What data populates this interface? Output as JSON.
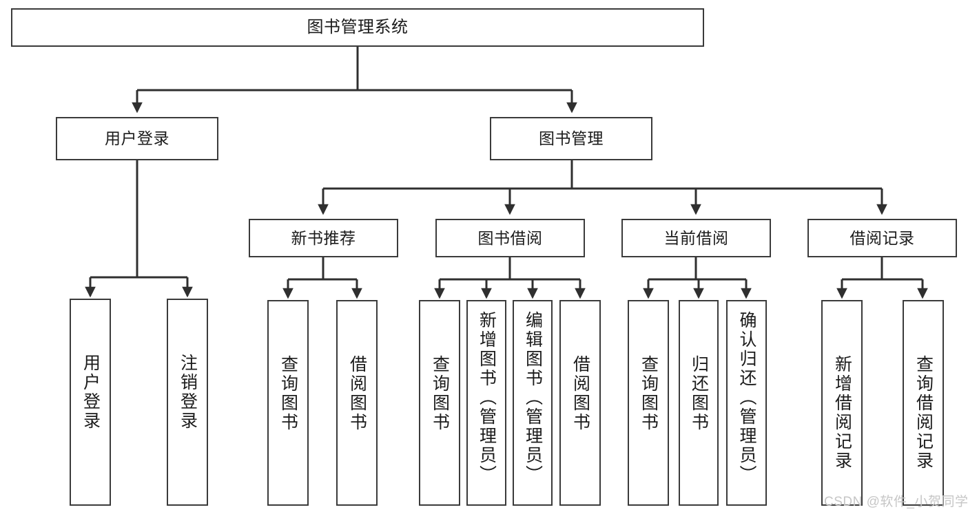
{
  "diagram": {
    "title": "图书管理系统",
    "type": "hierarchy-tree",
    "root": {
      "label": "图书管理系统"
    },
    "level2": [
      {
        "label": "用户登录"
      },
      {
        "label": "图书管理"
      }
    ],
    "level3": [
      {
        "label": "新书推荐"
      },
      {
        "label": "图书借阅"
      },
      {
        "label": "当前借阅"
      },
      {
        "label": "借阅记录"
      }
    ],
    "leaves": {
      "user_login": [
        {
          "label": "用户登录"
        },
        {
          "label": "注销登录"
        }
      ],
      "new_book_recommend": [
        {
          "label": "查询图书"
        },
        {
          "label": "借阅图书"
        }
      ],
      "book_borrow": [
        {
          "label": "查询图书"
        },
        {
          "label": "新增图书（管理员）"
        },
        {
          "label": "编辑图书（管理员）"
        },
        {
          "label": "借阅图书"
        }
      ],
      "current_borrow": [
        {
          "label": "查询图书"
        },
        {
          "label": "归还图书"
        },
        {
          "label": "确认归还（管理员）"
        }
      ],
      "borrow_record": [
        {
          "label": "新增借阅记录"
        },
        {
          "label": "查询借阅记录"
        }
      ]
    }
  },
  "watermark": {
    "text": "CSDN @软件_小贺同学"
  },
  "colors": {
    "stroke": "#3a3a3a",
    "text": "#1b1b1b",
    "background": "#ffffff",
    "watermark": "#c6c6c6"
  }
}
